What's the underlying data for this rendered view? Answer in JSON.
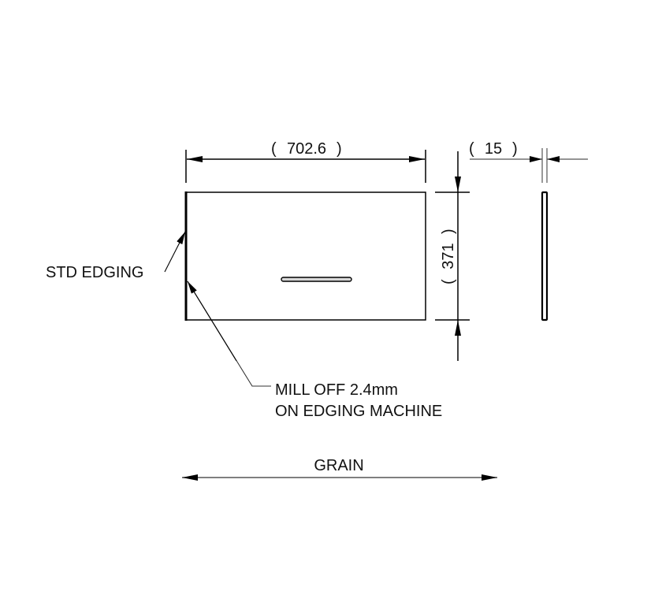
{
  "drawing": {
    "front_view": {
      "width_dimension": "702.6",
      "height_dimension": "371"
    },
    "side_view": {
      "thickness_dimension": "15"
    },
    "notes": {
      "std_edging": "STD EDGING",
      "mill_off_line1": "MILL OFF 2.4mm",
      "mill_off_line2": "ON EDGING MACHINE"
    },
    "grain": {
      "label": "GRAIN"
    },
    "paren_open": "(",
    "paren_close": ")",
    "colors": {
      "line": "#000000",
      "leader": "#222222",
      "text": "#111111",
      "background": "#ffffff"
    }
  }
}
